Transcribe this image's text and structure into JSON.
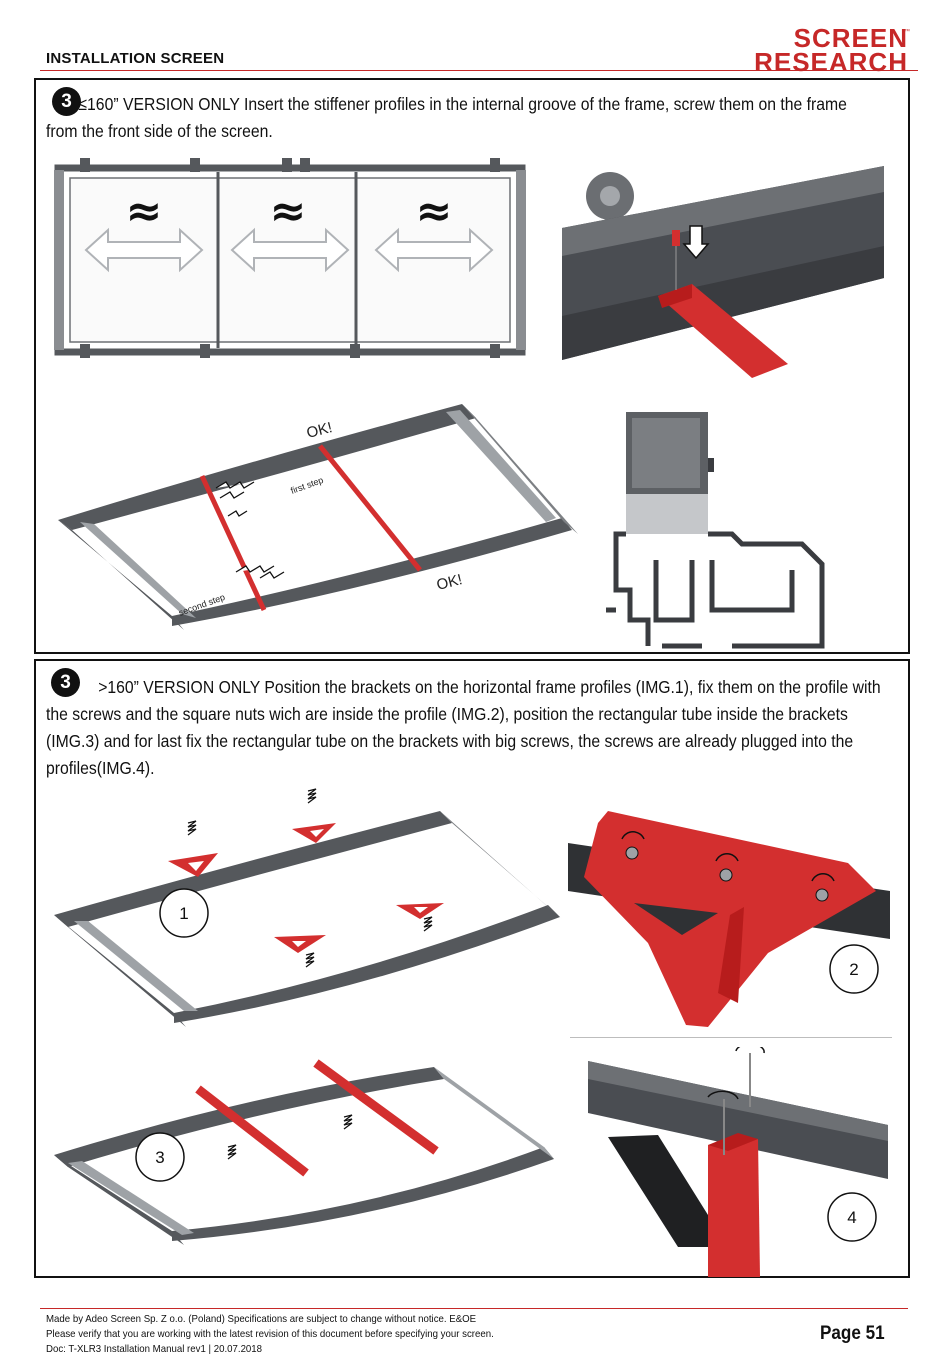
{
  "header": {
    "title": "INSTALLATION SCREEN",
    "logo_line1": "SCREEN",
    "logo_line2": "RESEARCH",
    "logo_tm": "™",
    "brand_color": "#c62828"
  },
  "section1": {
    "step_number": "3",
    "instruction": "≤160” VERSION ONLY Insert the stiffener profiles in the internal groove of the frame, screw them on the frame from the front side of the screen.",
    "figure_labels": {
      "ok_top": "OK!",
      "ok_bottom": "OK!",
      "first_step": "first step",
      "second_step": "second step"
    },
    "approx_symbol": "≈"
  },
  "section2": {
    "step_number": "3",
    "instruction": ">160” VERSION ONLY Position the brackets on the horizontal frame profiles (IMG.1), fix them on the profile with the screws and the square nuts wich are inside the profile (IMG.2), position the rectangular tube inside the brackets (IMG.3) and for last fix the rectangular tube on the brackets with big screws, the screws are already plugged into the profiles(IMG.4).",
    "img_labels": [
      "1",
      "2",
      "3",
      "4"
    ]
  },
  "footer": {
    "line1": "Made by Adeo Screen Sp. Z o.o. (Poland) Specifications are subject to change without notice. E&OE",
    "line2": "Please verify that you are working with the latest revision of this document before specifying your screen.",
    "line3": "Doc: T-XLR3 Installation Manual rev1 | 20.07.2018",
    "page": "Page 51"
  },
  "colors": {
    "frame_gray": "#4a4d52",
    "light_gray": "#9ea2a6",
    "part_red": "#d32f2f"
  }
}
